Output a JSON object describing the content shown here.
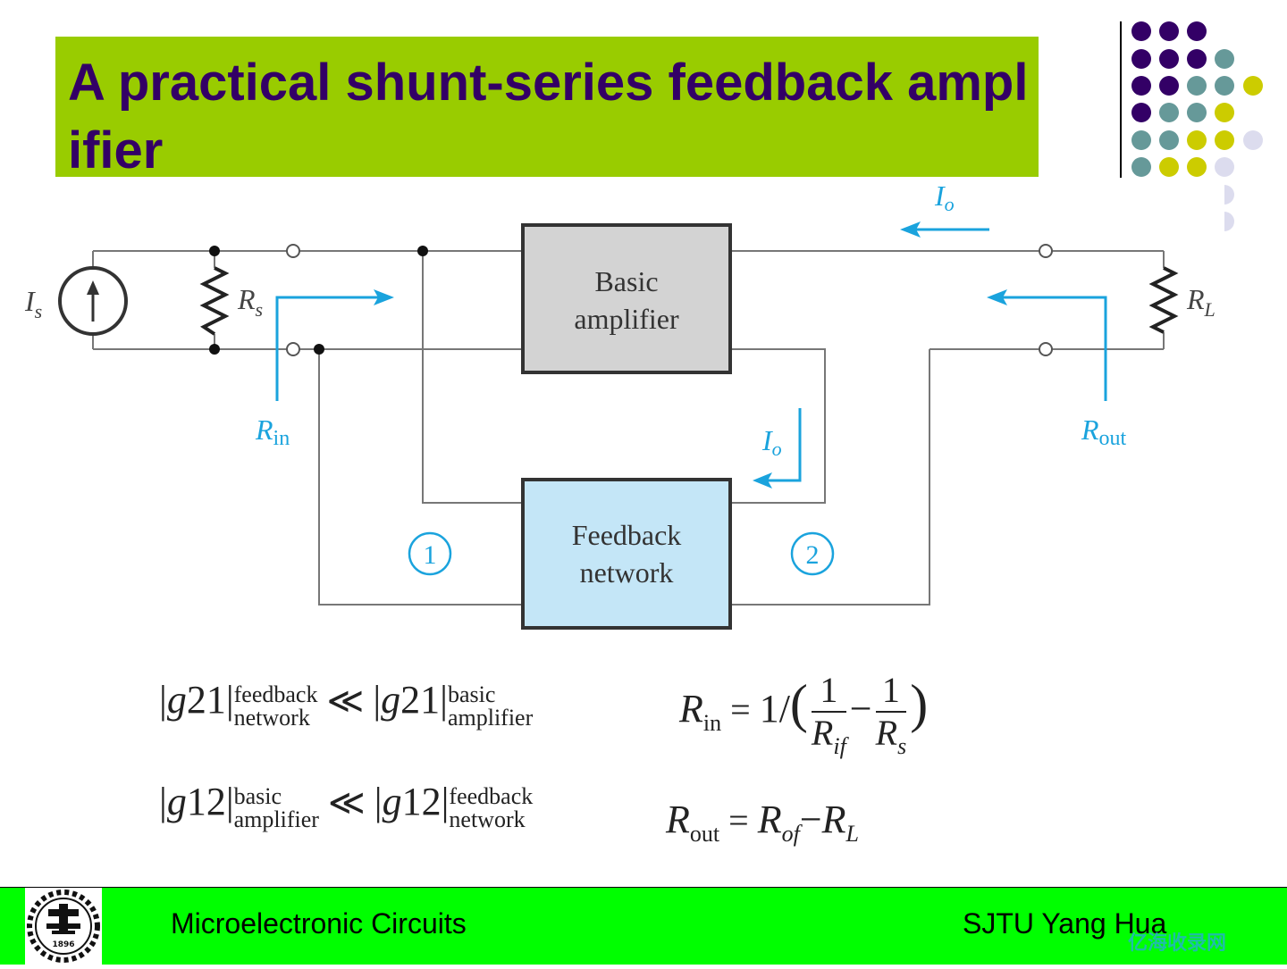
{
  "title": "A practical shunt-series feedback amplifier",
  "diagram": {
    "source_label": "I",
    "source_sub": "s",
    "rs_label": "R",
    "rs_sub": "s",
    "rl_label": "R",
    "rl_sub": "L",
    "io_label": "I",
    "io_sub": "o",
    "rin_label": "R",
    "rin_sub": "in",
    "rout_label": "R",
    "rout_sub": "out",
    "basic_amp_line1": "Basic",
    "basic_amp_line2": "amplifier",
    "feedback_line1": "Feedback",
    "feedback_line2": "network",
    "port1": "1",
    "port2": "2"
  },
  "equations": {
    "g": "g",
    "g21_sub": "21",
    "g12_sub": "12",
    "feedback": "feedback",
    "network": "network",
    "basic": "basic",
    "amplifier": "amplifier",
    "much_less": "≪",
    "rin_eq": "=",
    "one": "1",
    "slash": "/",
    "lparen": "(",
    "rparen": ")",
    "minus": "−",
    "r": "R",
    "in_sub": "in",
    "if_sub": "if",
    "s_sub": "s",
    "out_sub": "out",
    "of_sub": "of",
    "l_sub": "L"
  },
  "footer": {
    "left_text": "Microelectronic Circuits",
    "right_text": "SJTU  Yang Hua",
    "logo_year": "1896",
    "watermark": "亿海收录网"
  },
  "colors": {
    "title_bg": "#99cc00",
    "title_text": "#330066",
    "footer_bg": "#00ff00",
    "accent_blue": "#1aa3dd",
    "basic_amp_fill": "#d3d3d3",
    "feedback_fill": "#c4e6f7"
  }
}
